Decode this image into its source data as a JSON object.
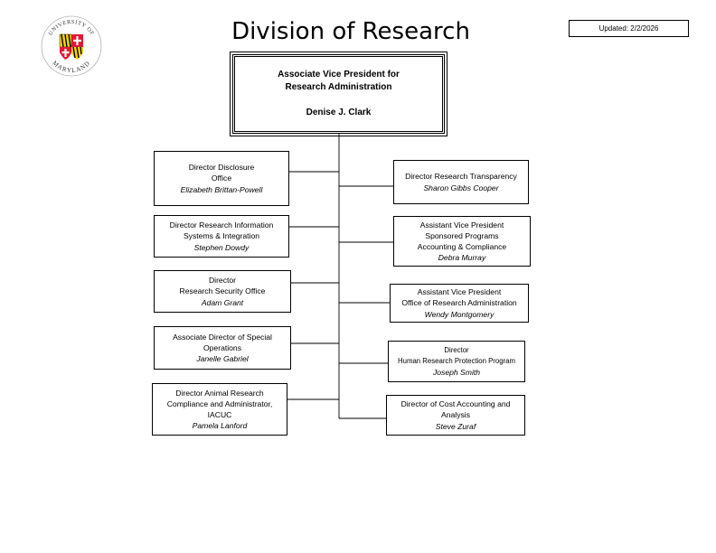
{
  "title": "Division of Research",
  "updated": "Updated:  2/2/2026",
  "logo": {
    "text_top": "UNIVERSITY OF",
    "text_bottom": "MARYLAND",
    "colors": {
      "red": "#e21833",
      "gold": "#ffd200",
      "black": "#000000"
    }
  },
  "top": {
    "title_line1": "Associate Vice President for",
    "title_line2": "Research Administration",
    "name": "Denise J. Clark"
  },
  "left_boxes": [
    {
      "lines": [
        "Director Disclosure",
        "Office"
      ],
      "name": "Elizabeth Brittan-Powell"
    },
    {
      "lines": [
        "Director Research Information",
        "Systems & Integration"
      ],
      "name": "Stephen Dowdy"
    },
    {
      "lines": [
        "Director",
        "Research Security Office"
      ],
      "name": "Adam Grant"
    },
    {
      "lines": [
        "Associate Director of Special",
        "Operations"
      ],
      "name": "Janelle Gabriel"
    },
    {
      "lines": [
        "Director Animal Research",
        "Compliance and Administrator,",
        "IACUC"
      ],
      "name": "Pamela Lanford"
    }
  ],
  "right_boxes": [
    {
      "lines": [
        "Director Research Transparency"
      ],
      "name": "Sharon Gibbs Cooper"
    },
    {
      "lines": [
        "Assistant Vice President",
        "Sponsored Programs",
        "Accounting & Compliance"
      ],
      "name": "Debra Murray"
    },
    {
      "lines": [
        "Assistant Vice President",
        "Office of Research Administration"
      ],
      "name": "Wendy Montgomery"
    },
    {
      "lines": [
        "Director",
        "Human Research Protection Program"
      ],
      "name": "Joseph Smith"
    },
    {
      "lines": [
        "Director of Cost Accounting and",
        "Analysis"
      ],
      "name": "Steve Zuraf"
    }
  ]
}
